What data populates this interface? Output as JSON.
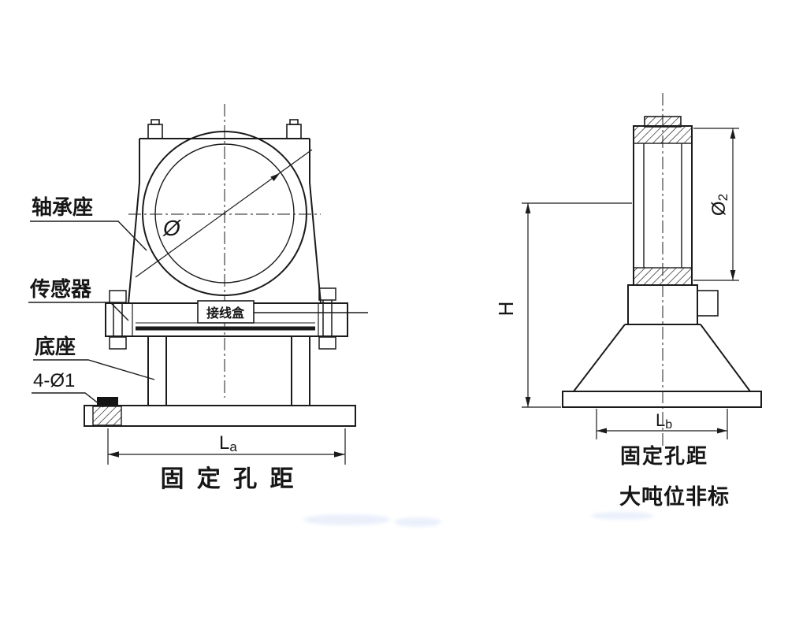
{
  "left_view": {
    "bearing_seat_label": "轴承座",
    "sensor_label": "传感器",
    "junction_box_label": "接线盒",
    "base_label": "底座",
    "holes_label": "4-Ø1",
    "diameter_symbol": "Ø",
    "dim_letter": "L",
    "dim_sub": "a",
    "caption": "固 定 孔 距"
  },
  "right_view": {
    "diameter_letter": "Ø",
    "diameter_sub": "2",
    "height_label": "H",
    "dim_letter": "L",
    "dim_sub": "b",
    "caption": "固定孔距",
    "note": "大吨位非标"
  }
}
